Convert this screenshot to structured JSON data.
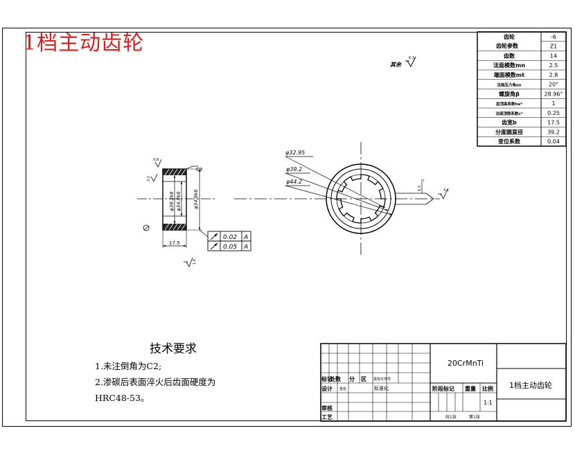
{
  "drawing": {
    "title": "1档主动齿轮",
    "others_label": "其余",
    "others_roughness": "6.3"
  },
  "gear_table": {
    "header_label": "齿轮参数",
    "rows": [
      {
        "name": "齿轮",
        "value": "-6"
      },
      {
        "name": "",
        "value": "Z1"
      },
      {
        "name": "齿数",
        "value": "14"
      },
      {
        "name": "法面模数mn",
        "value": "2.5"
      },
      {
        "name": "端面模数mt",
        "value": "2.8"
      },
      {
        "name": "法面压力角αn",
        "value": "20°"
      },
      {
        "name": "螺旋角β",
        "value": "28.96°"
      },
      {
        "name": "齿顶高系数ha*",
        "value": "1"
      },
      {
        "name": "法面顶隙系数c*",
        "value": "0.25"
      },
      {
        "name": "齿宽b",
        "value": "17.5"
      },
      {
        "name": "分度圆直径",
        "value": "39.2"
      },
      {
        "name": "变位系数",
        "value": "0.04"
      }
    ]
  },
  "side_view": {
    "dim_width": "17.5",
    "roughness_1": "0.8",
    "roughness_2": "3.2",
    "roughness_3": "1.6",
    "chamfer": "C2",
    "tol_1_value": "0.02",
    "tol_1_datum": "A",
    "tol_2_value": "0.05",
    "tol_2_datum": "A",
    "dia_1": "φ39.2k6",
    "dia_2": "φ34.8k6"
  },
  "front_view": {
    "dia_1": "φ32.95",
    "dia_2": "φ39.2",
    "dia_3": "φ44.2",
    "roughness": "3.2",
    "spline_note": "6.3"
  },
  "tech": {
    "title": "技术要求",
    "line1": "1.未注倒角为C2;",
    "line2": "2.渗碳后表面淬火后齿面硬度为",
    "line3": "HRC48-53。"
  },
  "title_block": {
    "material": "20CrMnTi",
    "part_name": "1档主动齿轮",
    "mark_label": "标记",
    "count_label": "处数",
    "zone_label": "分",
    "region_label": "区",
    "change_label": "更改文件号",
    "design_label": "设计",
    "design_sign": "签名",
    "standard_label": "标准化",
    "stage_label": "阶段标记",
    "weight_label": "重量",
    "scale_label": "比例",
    "scale_value": "1:1",
    "review_label": "审核",
    "process_label": "工艺",
    "sheets_total": "共1张",
    "sheet_no": "第1张"
  }
}
